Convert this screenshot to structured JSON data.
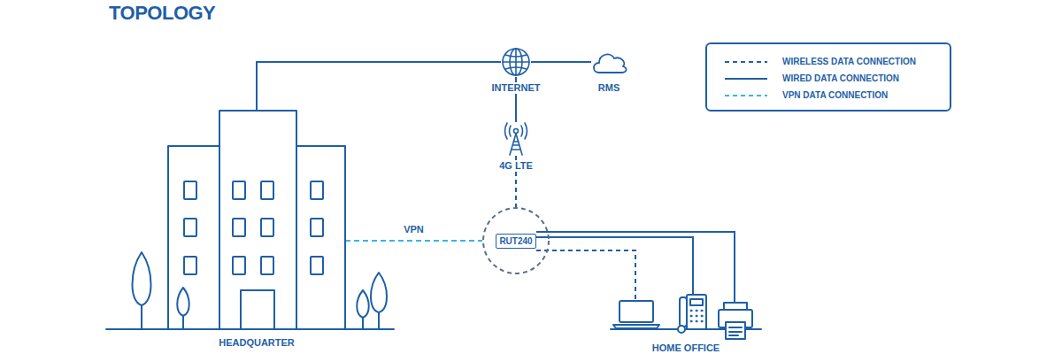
{
  "diagram": {
    "title": "TOPOLOGY",
    "nodes": [
      {
        "text": [
          "INTERNET"
        ]
      },
      {
        "text": [
          "RMS"
        ]
      },
      {
        "text": [
          "4G LTE"
        ]
      },
      {
        "text": [
          "RUT240"
        ]
      },
      {
        "text": [
          "HEADQUARTER"
        ]
      },
      {
        "text": [
          "HOME OFFICE"
        ]
      }
    ],
    "edges": [
      {
        "from": 4,
        "to": 0,
        "arrow": "none"
      },
      {
        "from": 0,
        "to": 1,
        "arrow": "none"
      },
      {
        "from": 0,
        "to": 2,
        "arrow": "none"
      },
      {
        "from": 2,
        "to": 3,
        "arrow": "none"
      },
      {
        "from": 4,
        "to": 3,
        "label": "VPN",
        "arrow": "none"
      }
    ],
    "legend": [
      {
        "text": "WIRELESS DATA CONNECTION"
      },
      {
        "text": "WIRED DATA CONNECTION"
      },
      {
        "text": "VPN DATA CONNECTION"
      }
    ]
  }
}
